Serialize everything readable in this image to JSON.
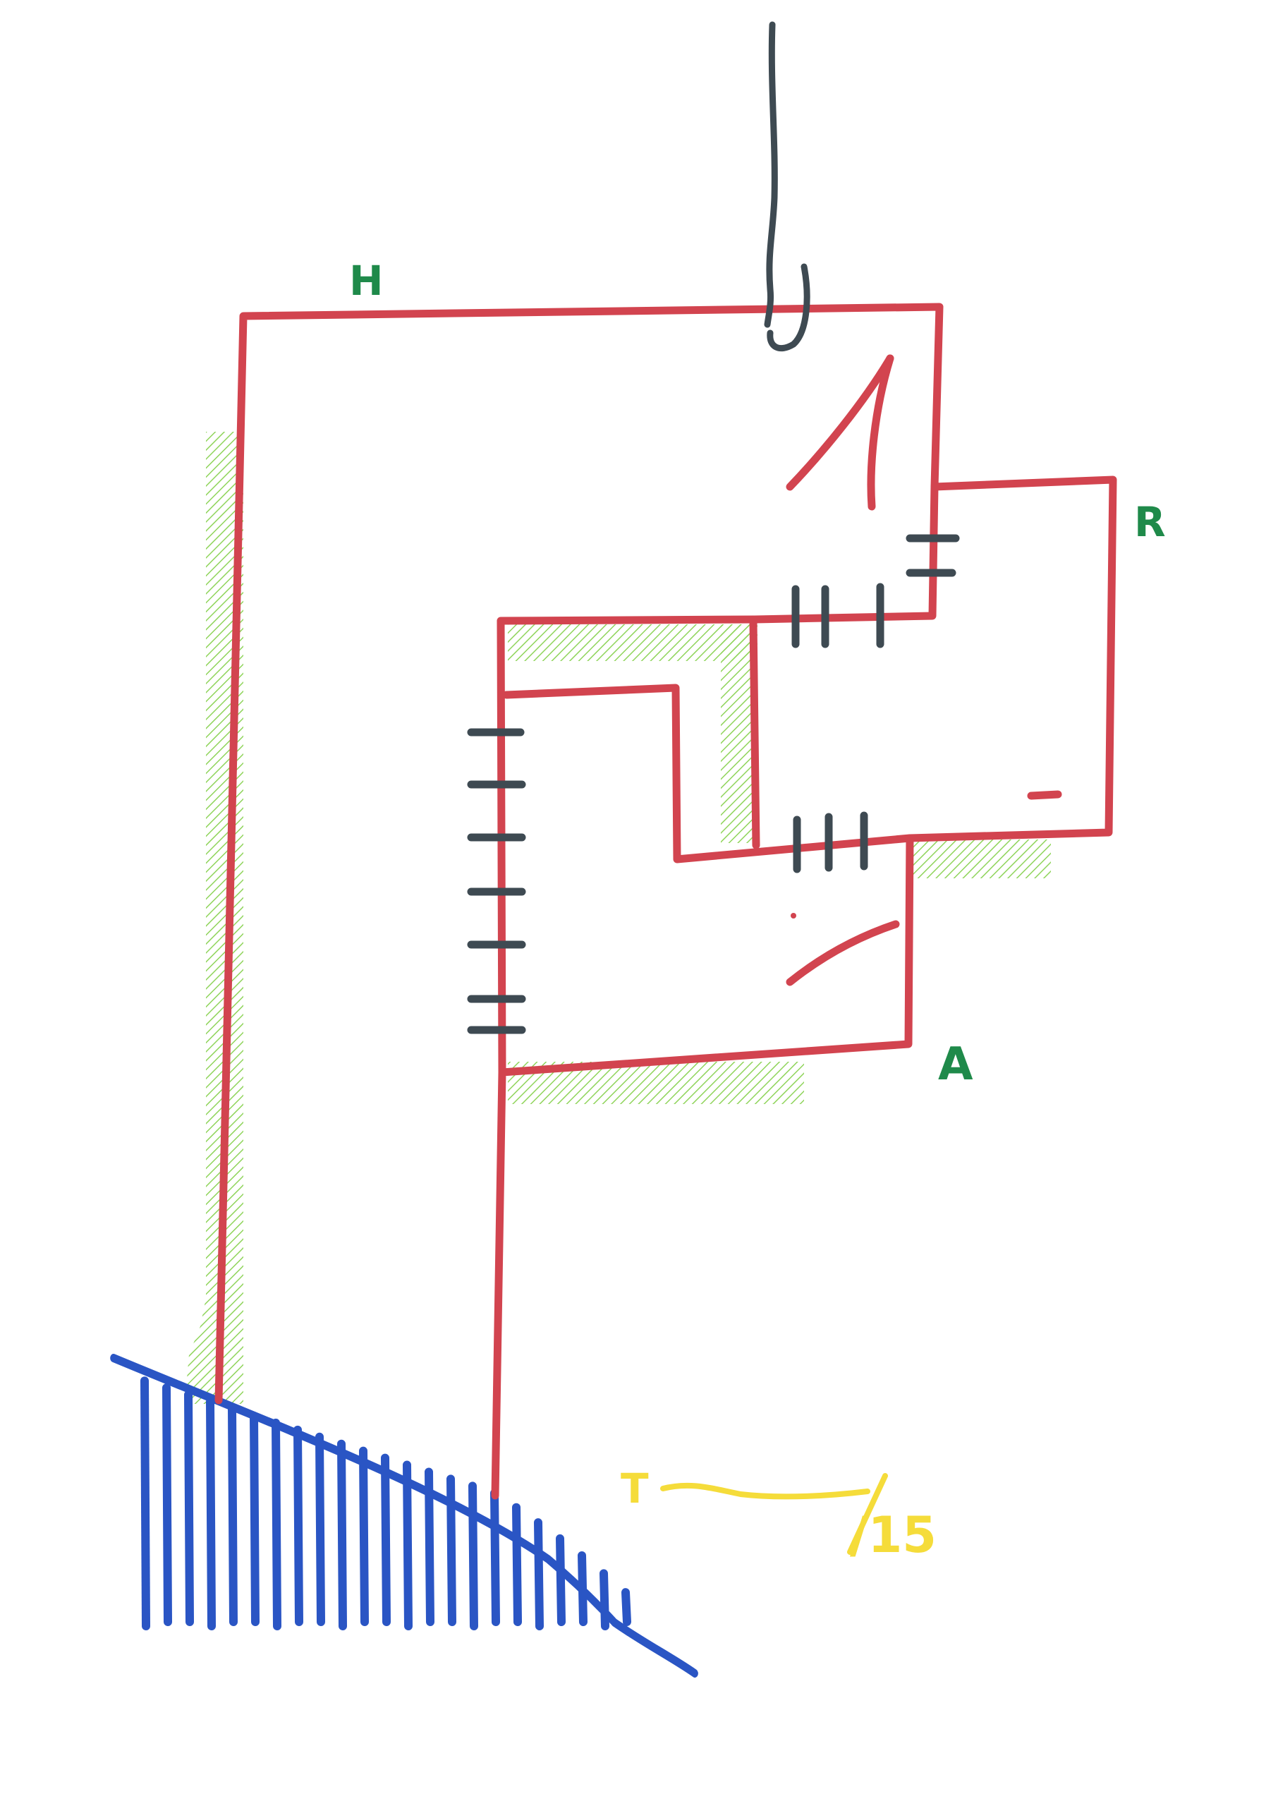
{
  "labels": {
    "h": "H",
    "r": "R",
    "a": "A",
    "t": "T",
    "scale": "/15"
  },
  "colors": {
    "background": "#ffffff",
    "structure": "#d2444f",
    "hatch": "#8fd45a",
    "ground": "#2a55c4",
    "wire": "#3e4a52",
    "label_green": "#1f8a4a",
    "label_yellow": "#f5dc3a"
  },
  "icons": {
    "hook": "hook-icon",
    "ground": "ground-hatch-icon",
    "wire": "suspension-wire-icon"
  }
}
